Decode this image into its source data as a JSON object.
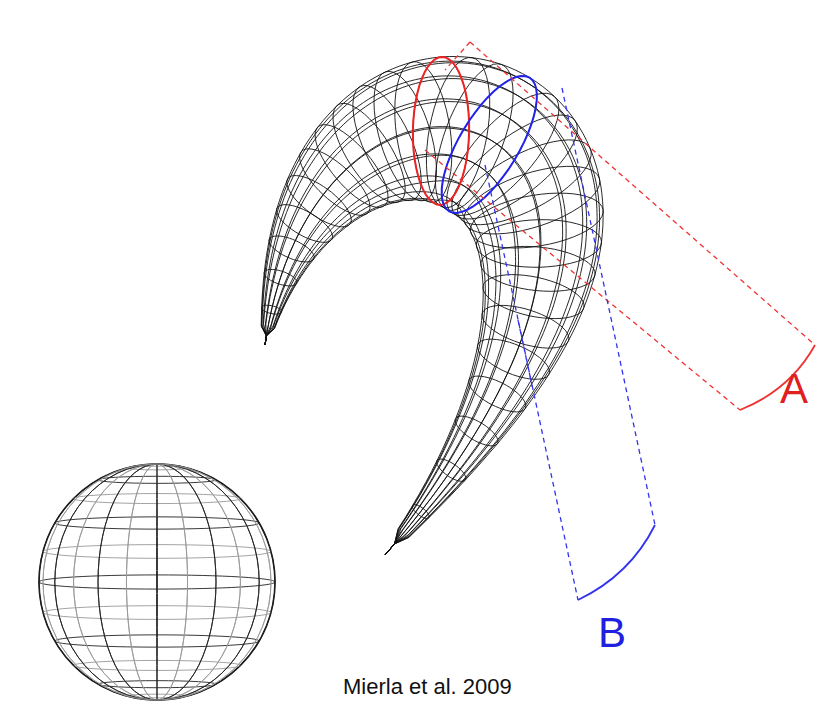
{
  "diagram": {
    "labels": [
      "A",
      "B",
      "Mierla et al. 2009"
    ]
  }
}
